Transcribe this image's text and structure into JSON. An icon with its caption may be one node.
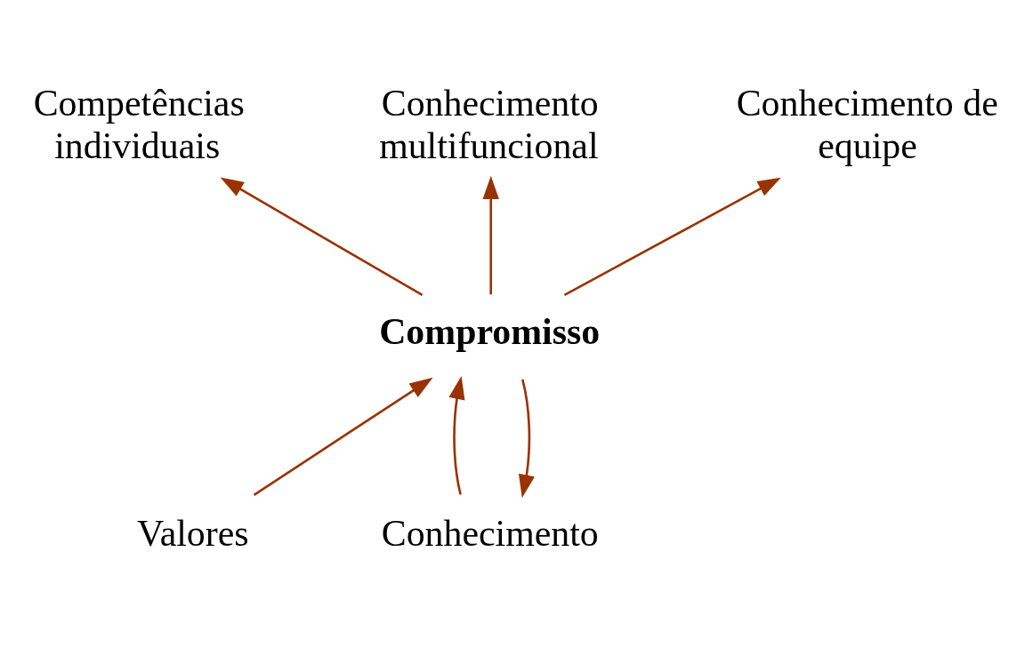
{
  "diagram": {
    "nodes": [
      {
        "text": [
          "Conhecimento multifuncional"
        ]
      },
      {
        "text": [
          "Competências individuais"
        ]
      },
      {
        "text": [
          "Conhecimento de equipe"
        ]
      },
      {
        "text": [
          "Compromisso"
        ]
      },
      {
        "text": [
          "Valores"
        ]
      },
      {
        "text": [
          "Conhecimento"
        ]
      }
    ],
    "edges": [
      {
        "from": 3,
        "to": 1,
        "arrow": "to"
      },
      {
        "from": 3,
        "to": 0,
        "arrow": "to"
      },
      {
        "from": 3,
        "to": 2,
        "arrow": "to"
      },
      {
        "from": 4,
        "to": 3,
        "arrow": "to"
      },
      {
        "from": 3,
        "to": 5,
        "arrow": "to"
      },
      {
        "from": 5,
        "to": 3,
        "arrow": "to"
      }
    ]
  }
}
